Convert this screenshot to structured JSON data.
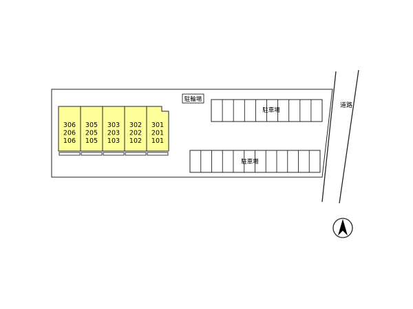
{
  "labels": {
    "bicycle_parking": "駐輪場",
    "parking_upper": "駐車場",
    "parking_lower": "駐車場",
    "road": "道路"
  },
  "building": {
    "fill_color": "#ffff99",
    "units": [
      {
        "floors": [
          "306",
          "206",
          "106"
        ]
      },
      {
        "floors": [
          "305",
          "205",
          "105"
        ]
      },
      {
        "floors": [
          "303",
          "203",
          "103"
        ]
      },
      {
        "floors": [
          "302",
          "202",
          "102"
        ]
      },
      {
        "floors": [
          "301",
          "201",
          "101"
        ]
      }
    ]
  },
  "parking": {
    "upper_spaces": 10,
    "lower_spaces": 12
  },
  "icons": {
    "north": "north-arrow-icon"
  }
}
